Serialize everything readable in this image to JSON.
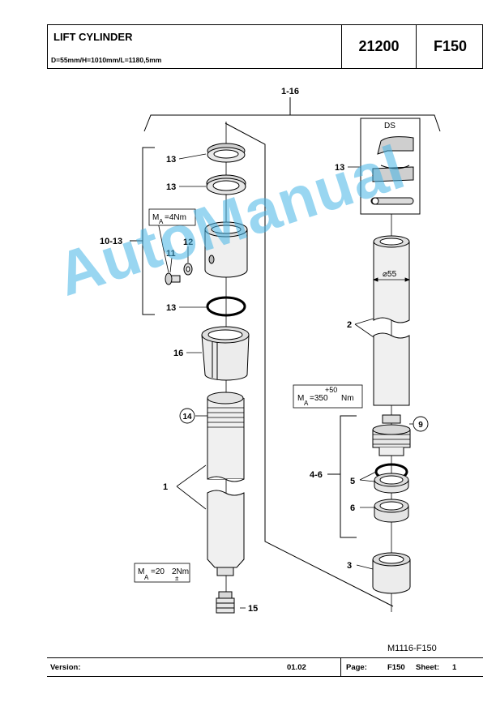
{
  "header": {
    "title": "LIFT CYLINDER",
    "subtitle": "D=55mm/H=1010mm/L=1180,5mm",
    "group_number": "21200",
    "sheet_code": "F150"
  },
  "labels": {
    "assembly_range": "1-16",
    "left_range": "10-13",
    "right_range": "4-6",
    "l13a": "13",
    "l13b": "13",
    "l13c": "13",
    "l13d": "13",
    "l12": "12",
    "l11": "11",
    "l16": "16",
    "l14": "14",
    "l1": "1",
    "l15": "15",
    "l2": "2",
    "l9": "9",
    "l5": "5",
    "l6": "6",
    "l3": "3",
    "ds": "DS",
    "diameter": "⌀55"
  },
  "torque": {
    "t1_m": "M",
    "t1_sub": "A",
    "t1_val": "=4Nm",
    "t2_top": "+50",
    "t2_m": "M",
    "t2_sub": "A",
    "t2_val": "=350",
    "t2_unit": "Nm",
    "t3_m": "M",
    "t3_sub": "A",
    "t3_val": "=20",
    "t3_tol": "2Nm",
    "t3_pm": "±"
  },
  "drawing_code": "M1116-F150",
  "footer": {
    "version_label": "Version:",
    "version_value": "01.02",
    "page_label": "Page:",
    "page_value": "F150",
    "sheet_label": "Sheet:",
    "sheet_value": "1"
  },
  "watermark": "AutoManual"
}
